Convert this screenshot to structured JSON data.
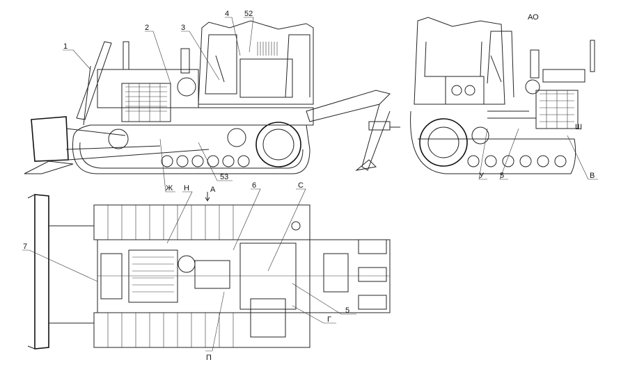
{
  "title": "АО",
  "side_view_labels": [
    "1",
    "2",
    "3",
    "4",
    "52",
    "53",
    "Ж"
  ],
  "rear_view_labels": [
    "У",
    "5",
    "В",
    "Ш"
  ],
  "plan_view_labels": [
    "Н",
    "А",
    "6",
    "С",
    "7",
    "5",
    "Г",
    "П"
  ],
  "line_color": "#222222",
  "background": "#ffffff"
}
